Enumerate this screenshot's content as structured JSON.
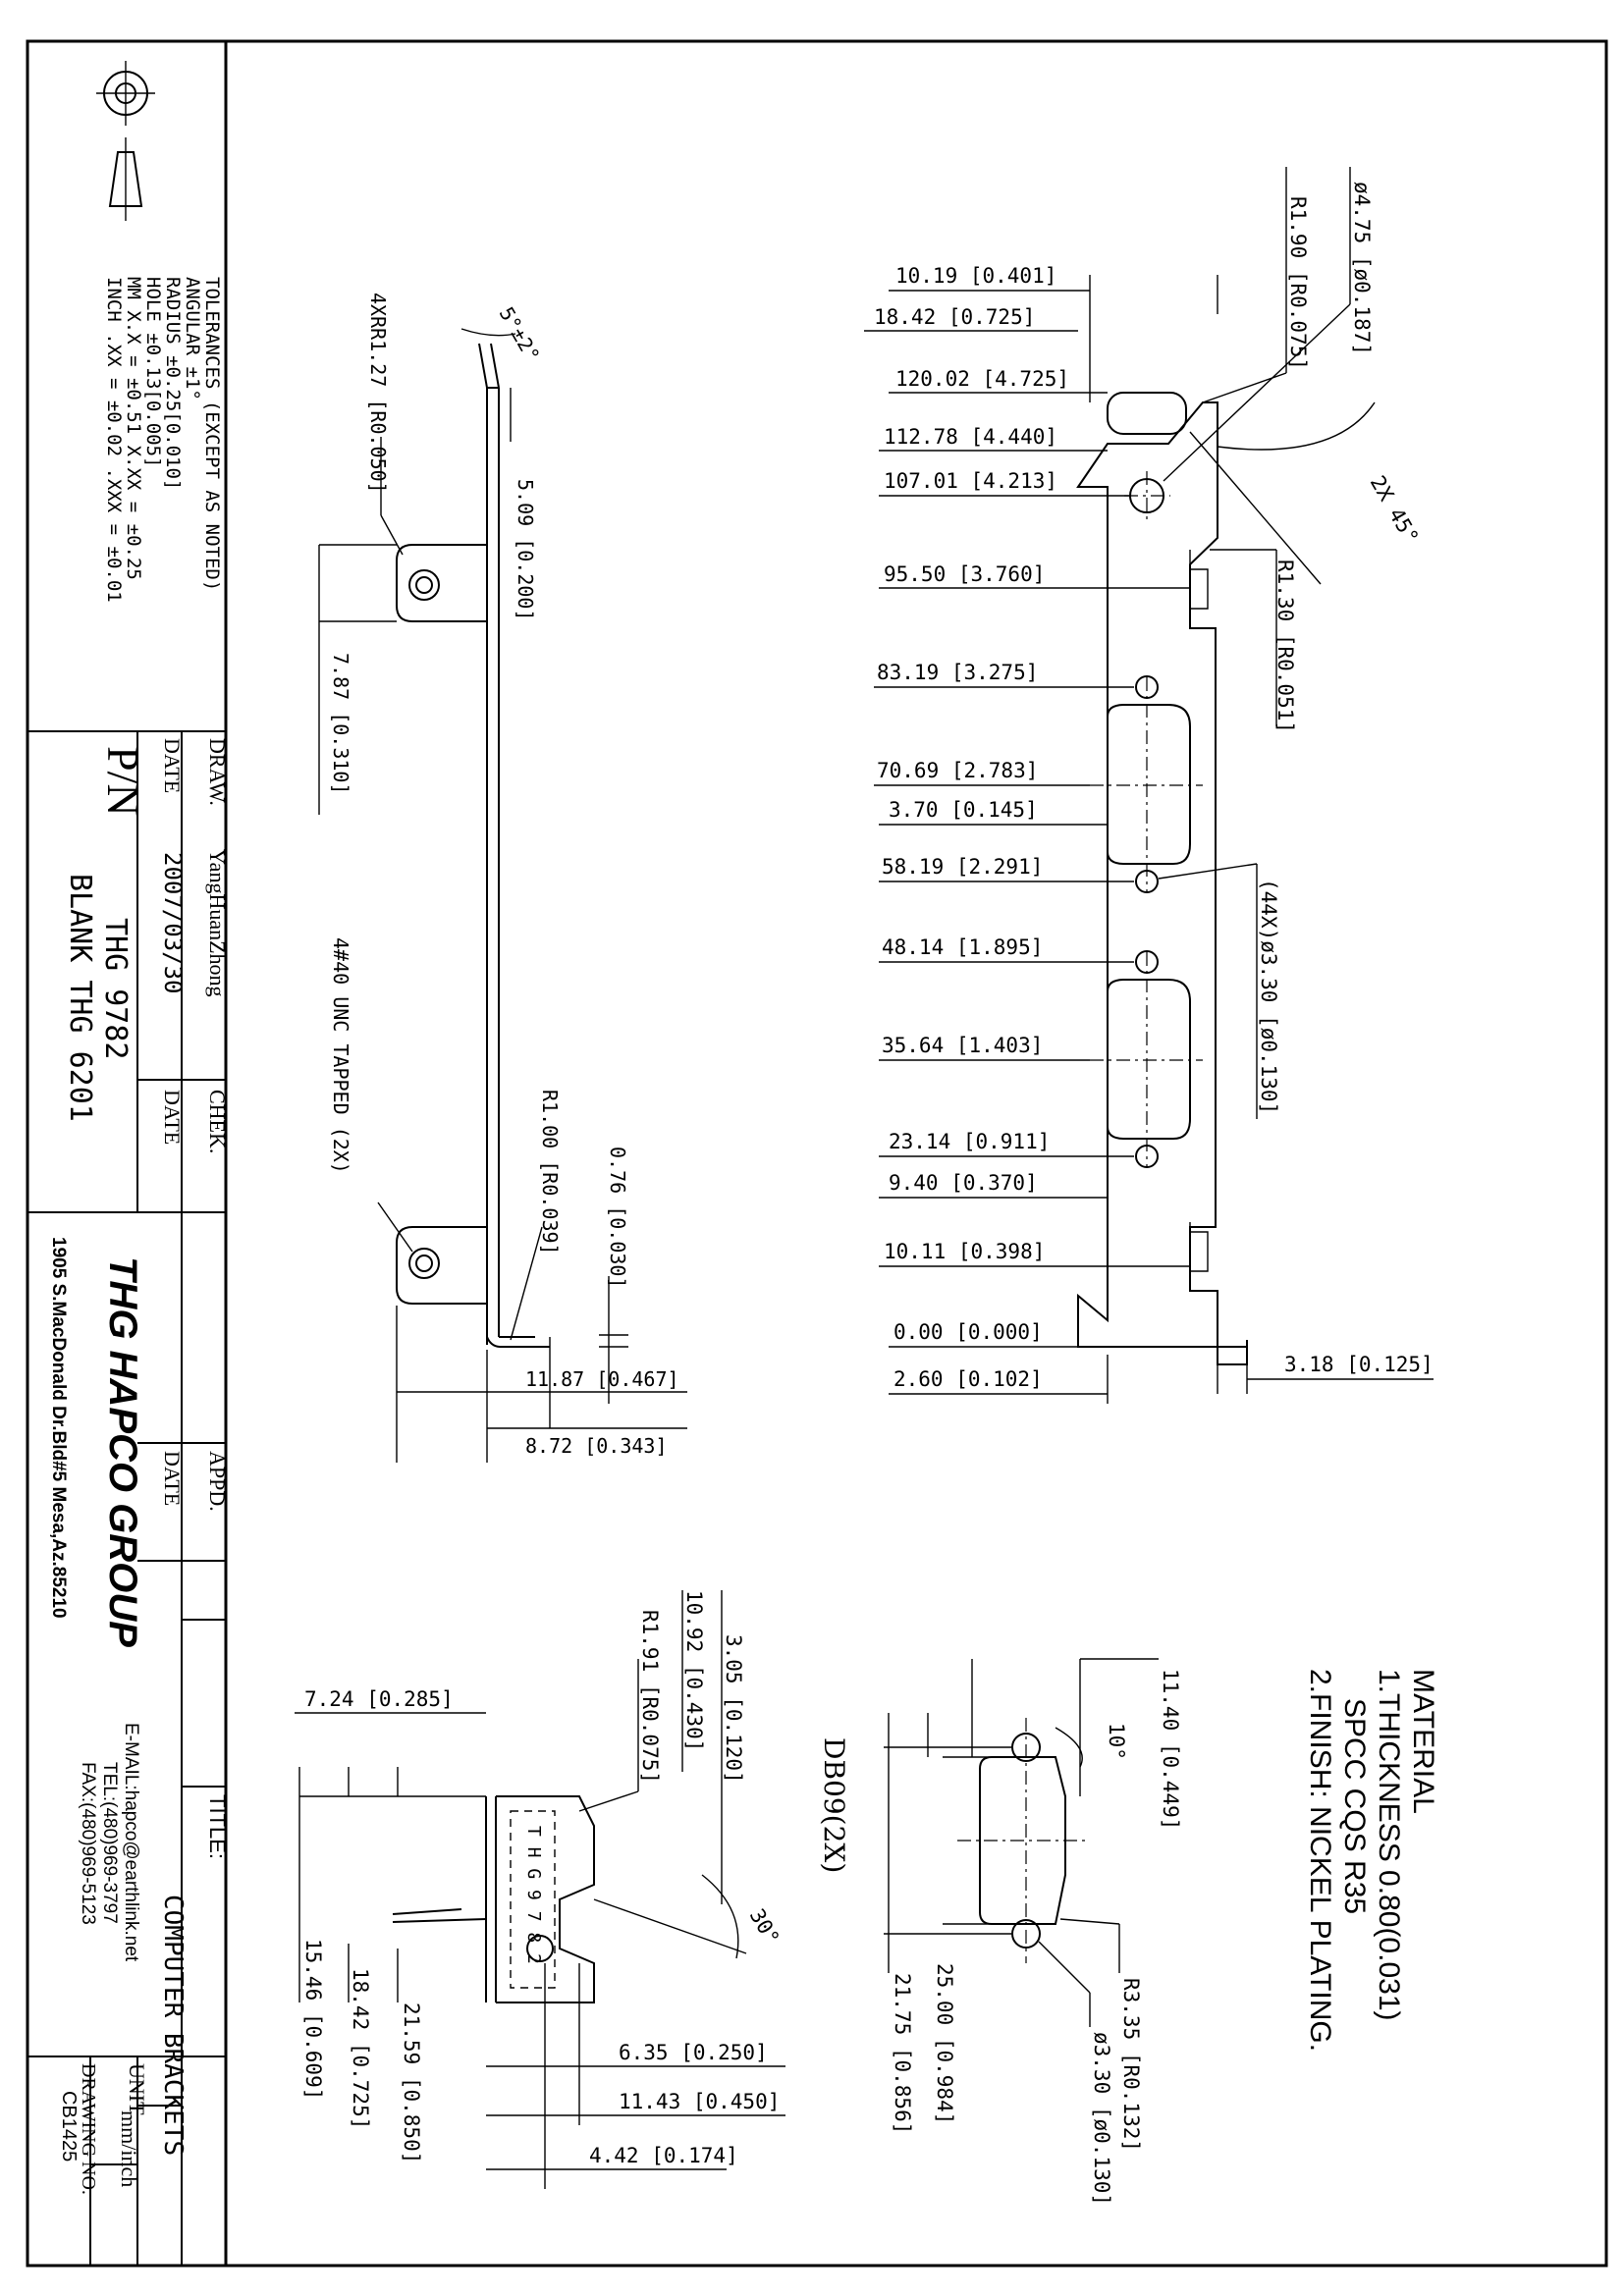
{
  "tolerances": {
    "heading": "TOLERANCES (EXCEPT AS NOTED)",
    "angular": "ANGULAR ±1°",
    "radius": "RADIUS ±0.25[0.010]",
    "hole": "HOLE ±0.13[0.005]",
    "mm": "MM X.X = ±0.51 X.XX = ±0.25",
    "inch": "INCH .XX = ±0.02 .XXX = ±0.01"
  },
  "title_block": {
    "draw_label": "DRAW.",
    "draw_value": "YangHuanZhong",
    "chek_label": "CHEK.",
    "appd_label": "APPD.",
    "date_label": "DATE",
    "date_value": "2007/03/30",
    "pn_label": "P/N",
    "pn_value": "THG 9782",
    "blank_value": "BLANK THG 6201",
    "company": "THG HAPCO GROUP",
    "address": "1905 S.MacDonald Dr.Bld#5 Mesa,Az.85210",
    "email": "E-MAIL:hapco@earthlink.net",
    "tel": "TEL:(480)969-3797",
    "fax": "FAX:(480)969-5123",
    "title_label": "TITLE:",
    "title_value": "COMPUTER BRACKETS",
    "unit_label": "UNIT",
    "unit_value": "mm/inch",
    "drawing_no_label": "DRAWING NO.",
    "drawing_no_value": "CB1425"
  },
  "material": {
    "heading": "MATERIAL",
    "line1": "1.THICKNESS 0.80(0.031)",
    "line2": "SPCC CQS R35",
    "line3": "2.FINISH: NICKEL PLATING."
  },
  "top_right_view": {
    "dims": [
      "10.19 [0.401]",
      "18.42 [0.725]",
      "120.02 [4.725]",
      "112.78 [4.440]",
      "107.01 [4.213]",
      "95.50 [3.760]",
      "83.19 [3.275]",
      "70.69 [2.783]",
      "3.70 [0.145]",
      "58.19 [2.291]",
      "48.14 [1.895]",
      "35.64 [1.403]",
      "23.14 [0.911]",
      "9.40 [0.370]",
      "10.11 [0.398]",
      "0.00 [0.000]",
      "2.60 [0.102]"
    ],
    "dim_3_18": "3.18 [0.125]",
    "hole_dia": "ø4.75 [ø0.187]",
    "radius_r190": "R1.90 [R0.075]",
    "angle_45": "2X 45°",
    "radius_r130": "R1.30 [R0.051]",
    "holes_44x": "(44X)ø3.30 [ø0.130]"
  },
  "top_left_view": {
    "bend_angle": "5°±2°",
    "radius_4x": "4XRR1.27 [R0.050]",
    "dim_5_09": "5.09 [0.200]",
    "dim_7_87": "7.87 [0.310]",
    "tapped": "4#40 UNC TAPPED (2X)",
    "radius_r100": "R1.00 [R0.039]",
    "dim_0_76": "0.76 [0.030]",
    "dim_11_87": "11.87 [0.467]",
    "dim_8_72": "8.72 [0.343]"
  },
  "bottom_left_view": {
    "dim_7_24": "7.24 [0.285]",
    "dim_10_92": "10.92 [0.430]",
    "dim_3_05": "3.05 [0.120]",
    "radius_r191": "R1.91 [R0.075]",
    "stamp_text": "T H G 9 7 8 2",
    "angle_30": "30°",
    "dim_15_46": "15.46 [0.609]",
    "dim_18_42": "18.42 [0.725]",
    "dim_21_59": "21.59 [0.850]",
    "dim_6_35": "6.35 [0.250]",
    "dim_11_43": "11.43 [0.450]",
    "dim_4_42": "4.42 [0.174]"
  },
  "db09_view": {
    "label": "DB09(2X)",
    "dim_11_40": "11.40 [0.449]",
    "angle_10": "10°",
    "radius_r335": "R3.35 [R0.132]",
    "hole_dia": "ø3.30 [ø0.130]",
    "dim_25_00": "25.00 [0.984]",
    "dim_21_75": "21.75 [0.856]"
  }
}
